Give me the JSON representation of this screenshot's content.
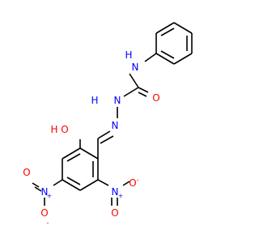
{
  "molecule": {
    "atoms": {
      "nh_top": "N",
      "nh_top_h": "H",
      "hn_left_h": "H",
      "hn_left": "N",
      "carbonyl_o": "O",
      "imine_n": "N",
      "ho_h": "H",
      "ho_o": "O",
      "nitro_left_n": "N",
      "nitro_left_n_charge": "+",
      "nitro_left_o_up": "O",
      "nitro_left_o_down": "O",
      "nitro_left_o_charge": "-",
      "nitro_right_n": "N",
      "nitro_right_n_charge": "+",
      "nitro_right_o_up": "O",
      "nitro_right_o_down": "O",
      "nitro_right_o_charge": "-"
    },
    "colors": {
      "nitrogen": "#0000ff",
      "oxygen": "#ff0000",
      "carbon_bond": "#000000",
      "background": "#ffffff"
    }
  }
}
